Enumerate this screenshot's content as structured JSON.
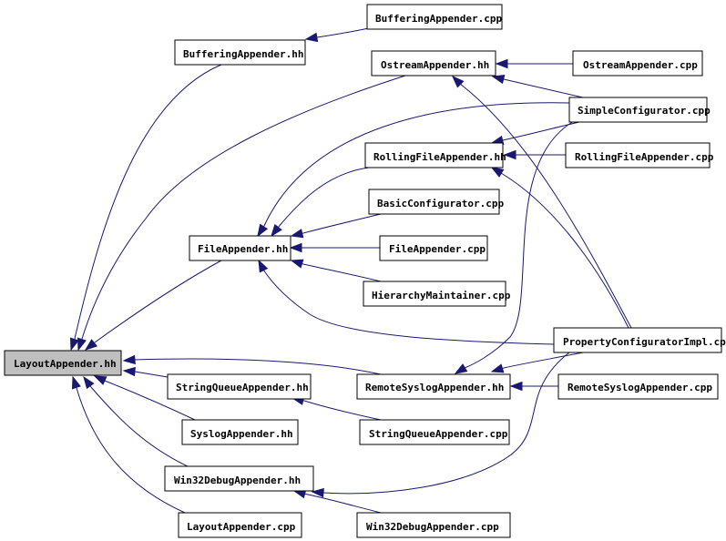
{
  "graph": {
    "title": "LayoutAppender.hh include dependency graph",
    "edge_color": "#191970",
    "root_fill": "#bfbfbf",
    "nodes": [
      {
        "id": "LayoutAppender_hh",
        "label": "LayoutAppender.hh",
        "root": true
      },
      {
        "id": "BufferingAppender_hh",
        "label": "BufferingAppender.hh"
      },
      {
        "id": "BufferingAppender_cpp",
        "label": "BufferingAppender.cpp"
      },
      {
        "id": "OstreamAppender_hh",
        "label": "OstreamAppender.hh"
      },
      {
        "id": "OstreamAppender_cpp",
        "label": "OstreamAppender.cpp"
      },
      {
        "id": "SimpleConfigurator_cpp",
        "label": "SimpleConfigurator.cpp"
      },
      {
        "id": "RollingFileAppender_hh",
        "label": "RollingFileAppender.hh"
      },
      {
        "id": "RollingFileAppender_cpp",
        "label": "RollingFileAppender.cpp"
      },
      {
        "id": "BasicConfigurator_cpp",
        "label": "BasicConfigurator.cpp"
      },
      {
        "id": "FileAppender_hh",
        "label": "FileAppender.hh"
      },
      {
        "id": "FileAppender_cpp",
        "label": "FileAppender.cpp"
      },
      {
        "id": "HierarchyMaintainer_cpp",
        "label": "HierarchyMaintainer.cpp"
      },
      {
        "id": "PropertyConfiguratorImpl_cpp",
        "label": "PropertyConfiguratorImpl.cpp"
      },
      {
        "id": "RemoteSyslogAppender_hh",
        "label": "RemoteSyslogAppender.hh"
      },
      {
        "id": "RemoteSyslogAppender_cpp",
        "label": "RemoteSyslogAppender.cpp"
      },
      {
        "id": "StringQueueAppender_hh",
        "label": "StringQueueAppender.hh"
      },
      {
        "id": "StringQueueAppender_cpp",
        "label": "StringQueueAppender.cpp"
      },
      {
        "id": "SyslogAppender_hh",
        "label": "SyslogAppender.hh"
      },
      {
        "id": "Win32DebugAppender_hh",
        "label": "Win32DebugAppender.hh"
      },
      {
        "id": "Win32DebugAppender_cpp",
        "label": "Win32DebugAppender.cpp"
      },
      {
        "id": "LayoutAppender_cpp",
        "label": "LayoutAppender.cpp"
      }
    ],
    "edges": [
      {
        "from": "BufferingAppender_cpp",
        "to": "BufferingAppender_hh"
      },
      {
        "from": "BufferingAppender_hh",
        "to": "LayoutAppender_hh"
      },
      {
        "from": "OstreamAppender_cpp",
        "to": "OstreamAppender_hh"
      },
      {
        "from": "SimpleConfigurator_cpp",
        "to": "OstreamAppender_hh"
      },
      {
        "from": "PropertyConfiguratorImpl_cpp",
        "to": "OstreamAppender_hh"
      },
      {
        "from": "OstreamAppender_hh",
        "to": "LayoutAppender_hh"
      },
      {
        "from": "SimpleConfigurator_cpp",
        "to": "FileAppender_hh"
      },
      {
        "from": "SimpleConfigurator_cpp",
        "to": "RollingFileAppender_hh"
      },
      {
        "from": "SimpleConfigurator_cpp",
        "to": "RemoteSyslogAppender_hh"
      },
      {
        "from": "RollingFileAppender_cpp",
        "to": "RollingFileAppender_hh"
      },
      {
        "from": "PropertyConfiguratorImpl_cpp",
        "to": "RollingFileAppender_hh"
      },
      {
        "from": "RollingFileAppender_hh",
        "to": "FileAppender_hh"
      },
      {
        "from": "BasicConfigurator_cpp",
        "to": "FileAppender_hh"
      },
      {
        "from": "FileAppender_cpp",
        "to": "FileAppender_hh"
      },
      {
        "from": "HierarchyMaintainer_cpp",
        "to": "FileAppender_hh"
      },
      {
        "from": "PropertyConfiguratorImpl_cpp",
        "to": "FileAppender_hh"
      },
      {
        "from": "FileAppender_hh",
        "to": "LayoutAppender_hh"
      },
      {
        "from": "RemoteSyslogAppender_hh",
        "to": "LayoutAppender_hh"
      },
      {
        "from": "PropertyConfiguratorImpl_cpp",
        "to": "RemoteSyslogAppender_hh"
      },
      {
        "from": "RemoteSyslogAppender_cpp",
        "to": "RemoteSyslogAppender_hh"
      },
      {
        "from": "StringQueueAppender_hh",
        "to": "LayoutAppender_hh"
      },
      {
        "from": "StringQueueAppender_cpp",
        "to": "StringQueueAppender_hh"
      },
      {
        "from": "SyslogAppender_hh",
        "to": "LayoutAppender_hh"
      },
      {
        "from": "Win32DebugAppender_hh",
        "to": "LayoutAppender_hh"
      },
      {
        "from": "Win32DebugAppender_cpp",
        "to": "Win32DebugAppender_hh"
      },
      {
        "from": "PropertyConfiguratorImpl_cpp",
        "to": "Win32DebugAppender_hh"
      },
      {
        "from": "LayoutAppender_cpp",
        "to": "LayoutAppender_hh"
      }
    ]
  }
}
